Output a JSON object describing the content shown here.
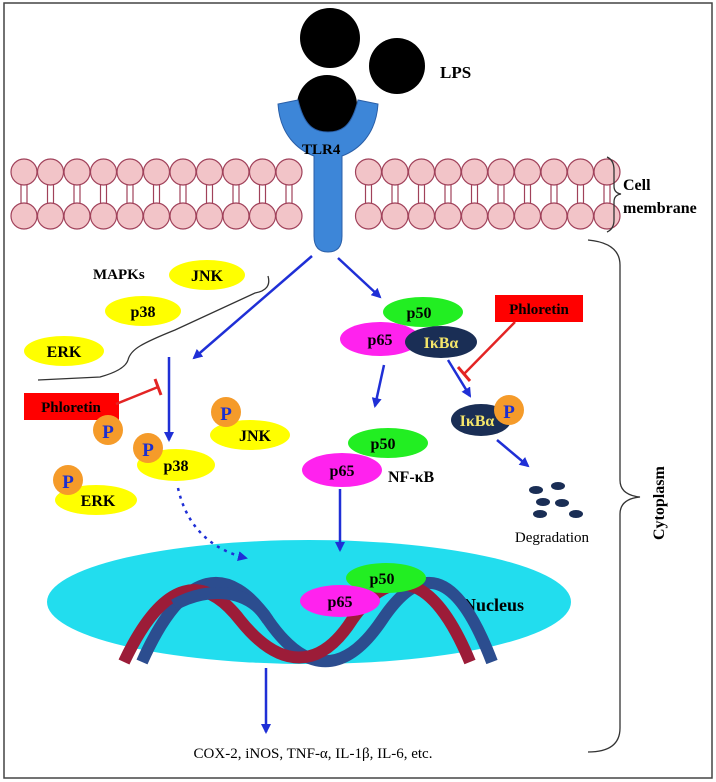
{
  "labels": {
    "lps": "LPS",
    "tlr4": "TLR4",
    "cell_membrane_line1": "Cell",
    "cell_membrane_line2": "membrane",
    "cytoplasm": "Cytoplasm",
    "mapks": "MAPKs",
    "jnk": "JNK",
    "p38": "p38",
    "erk": "ERK",
    "phloretin": "Phloretin",
    "phospho": "P",
    "p50": "p50",
    "p65": "p65",
    "ikba_main": "IκB",
    "ikba_greek": "α",
    "nfkb": "NF-κB",
    "degradation": "Degradation",
    "nucleus": "Nucleus",
    "output": "COX-2, iNOS, TNF-α, IL-1β, IL-6, etc."
  },
  "colors": {
    "membrane_head_fill": "#f2c4c8",
    "membrane_head_stroke": "#a0415a",
    "tlr4_blue": "#3d86d8",
    "arrow_blue": "#1f2fd6",
    "inhibit_red": "#e32424",
    "phloretin_box": "#ff0000",
    "mapk_yellow": "#ffff00",
    "phospho_orange": "#f59b2a",
    "phospho_letter": "#1c2fd0",
    "p50_green": "#22ee22",
    "p65_magenta": "#ff22ee",
    "ikba_navy": "#1a2e55",
    "ikba_text": "#f5e66a",
    "nucleus_cyan": "#22ddee",
    "dna_red": "#9c1c38",
    "dna_blue": "#2c4d8f",
    "lps_black": "#000000"
  }
}
